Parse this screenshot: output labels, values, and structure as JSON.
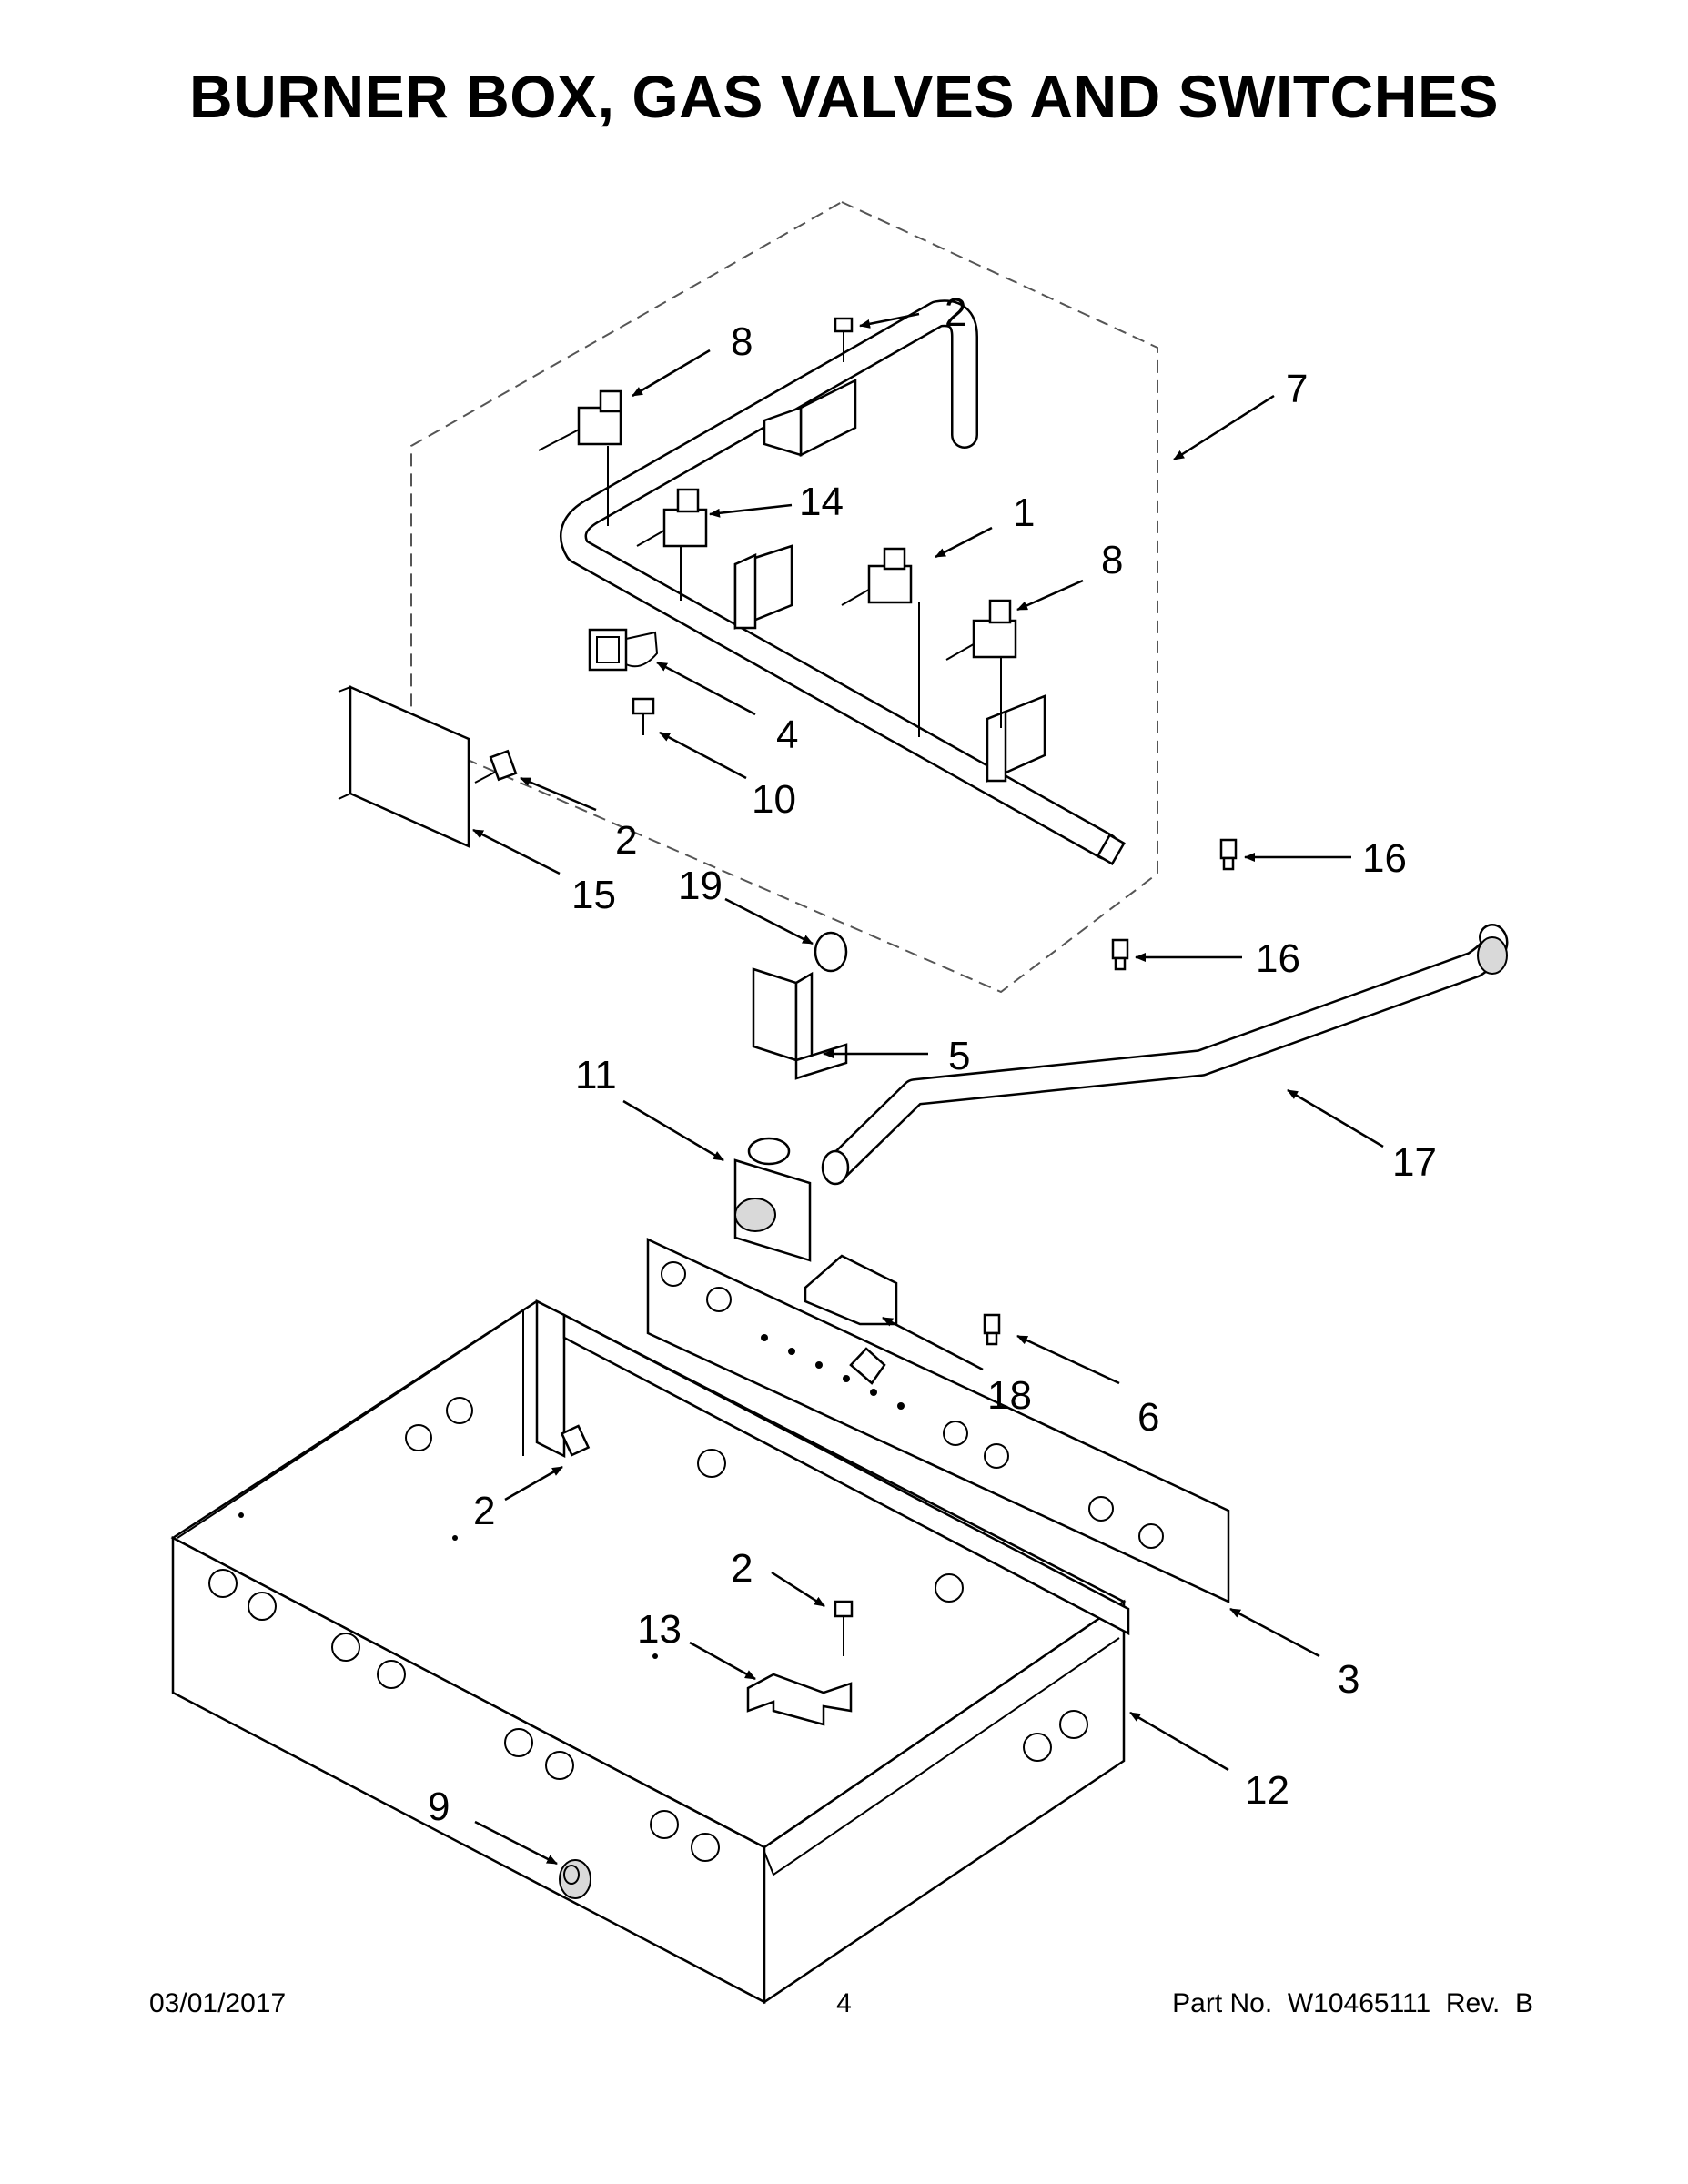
{
  "title": "BURNER BOX, GAS VALVES AND SWITCHES",
  "callouts": [
    {
      "id": "c2a",
      "label": "2"
    },
    {
      "id": "c8a",
      "label": "8"
    },
    {
      "id": "c7",
      "label": "7"
    },
    {
      "id": "c14",
      "label": "14"
    },
    {
      "id": "c1",
      "label": "1"
    },
    {
      "id": "c8b",
      "label": "8"
    },
    {
      "id": "c4",
      "label": "4"
    },
    {
      "id": "c10",
      "label": "10"
    },
    {
      "id": "c2b",
      "label": "2"
    },
    {
      "id": "c15",
      "label": "15"
    },
    {
      "id": "c19",
      "label": "19"
    },
    {
      "id": "c16a",
      "label": "16"
    },
    {
      "id": "c16b",
      "label": "16"
    },
    {
      "id": "c5",
      "label": "5"
    },
    {
      "id": "c11",
      "label": "11"
    },
    {
      "id": "c17",
      "label": "17"
    },
    {
      "id": "c18",
      "label": "18"
    },
    {
      "id": "c6",
      "label": "6"
    },
    {
      "id": "c2c",
      "label": "2"
    },
    {
      "id": "c2d",
      "label": "2"
    },
    {
      "id": "c13",
      "label": "13"
    },
    {
      "id": "c3",
      "label": "3"
    },
    {
      "id": "c12",
      "label": "12"
    },
    {
      "id": "c9",
      "label": "9"
    }
  ],
  "footer": {
    "date": "03/01/2017",
    "page": "4",
    "part": "Part No.  W10465111  Rev.  B"
  }
}
